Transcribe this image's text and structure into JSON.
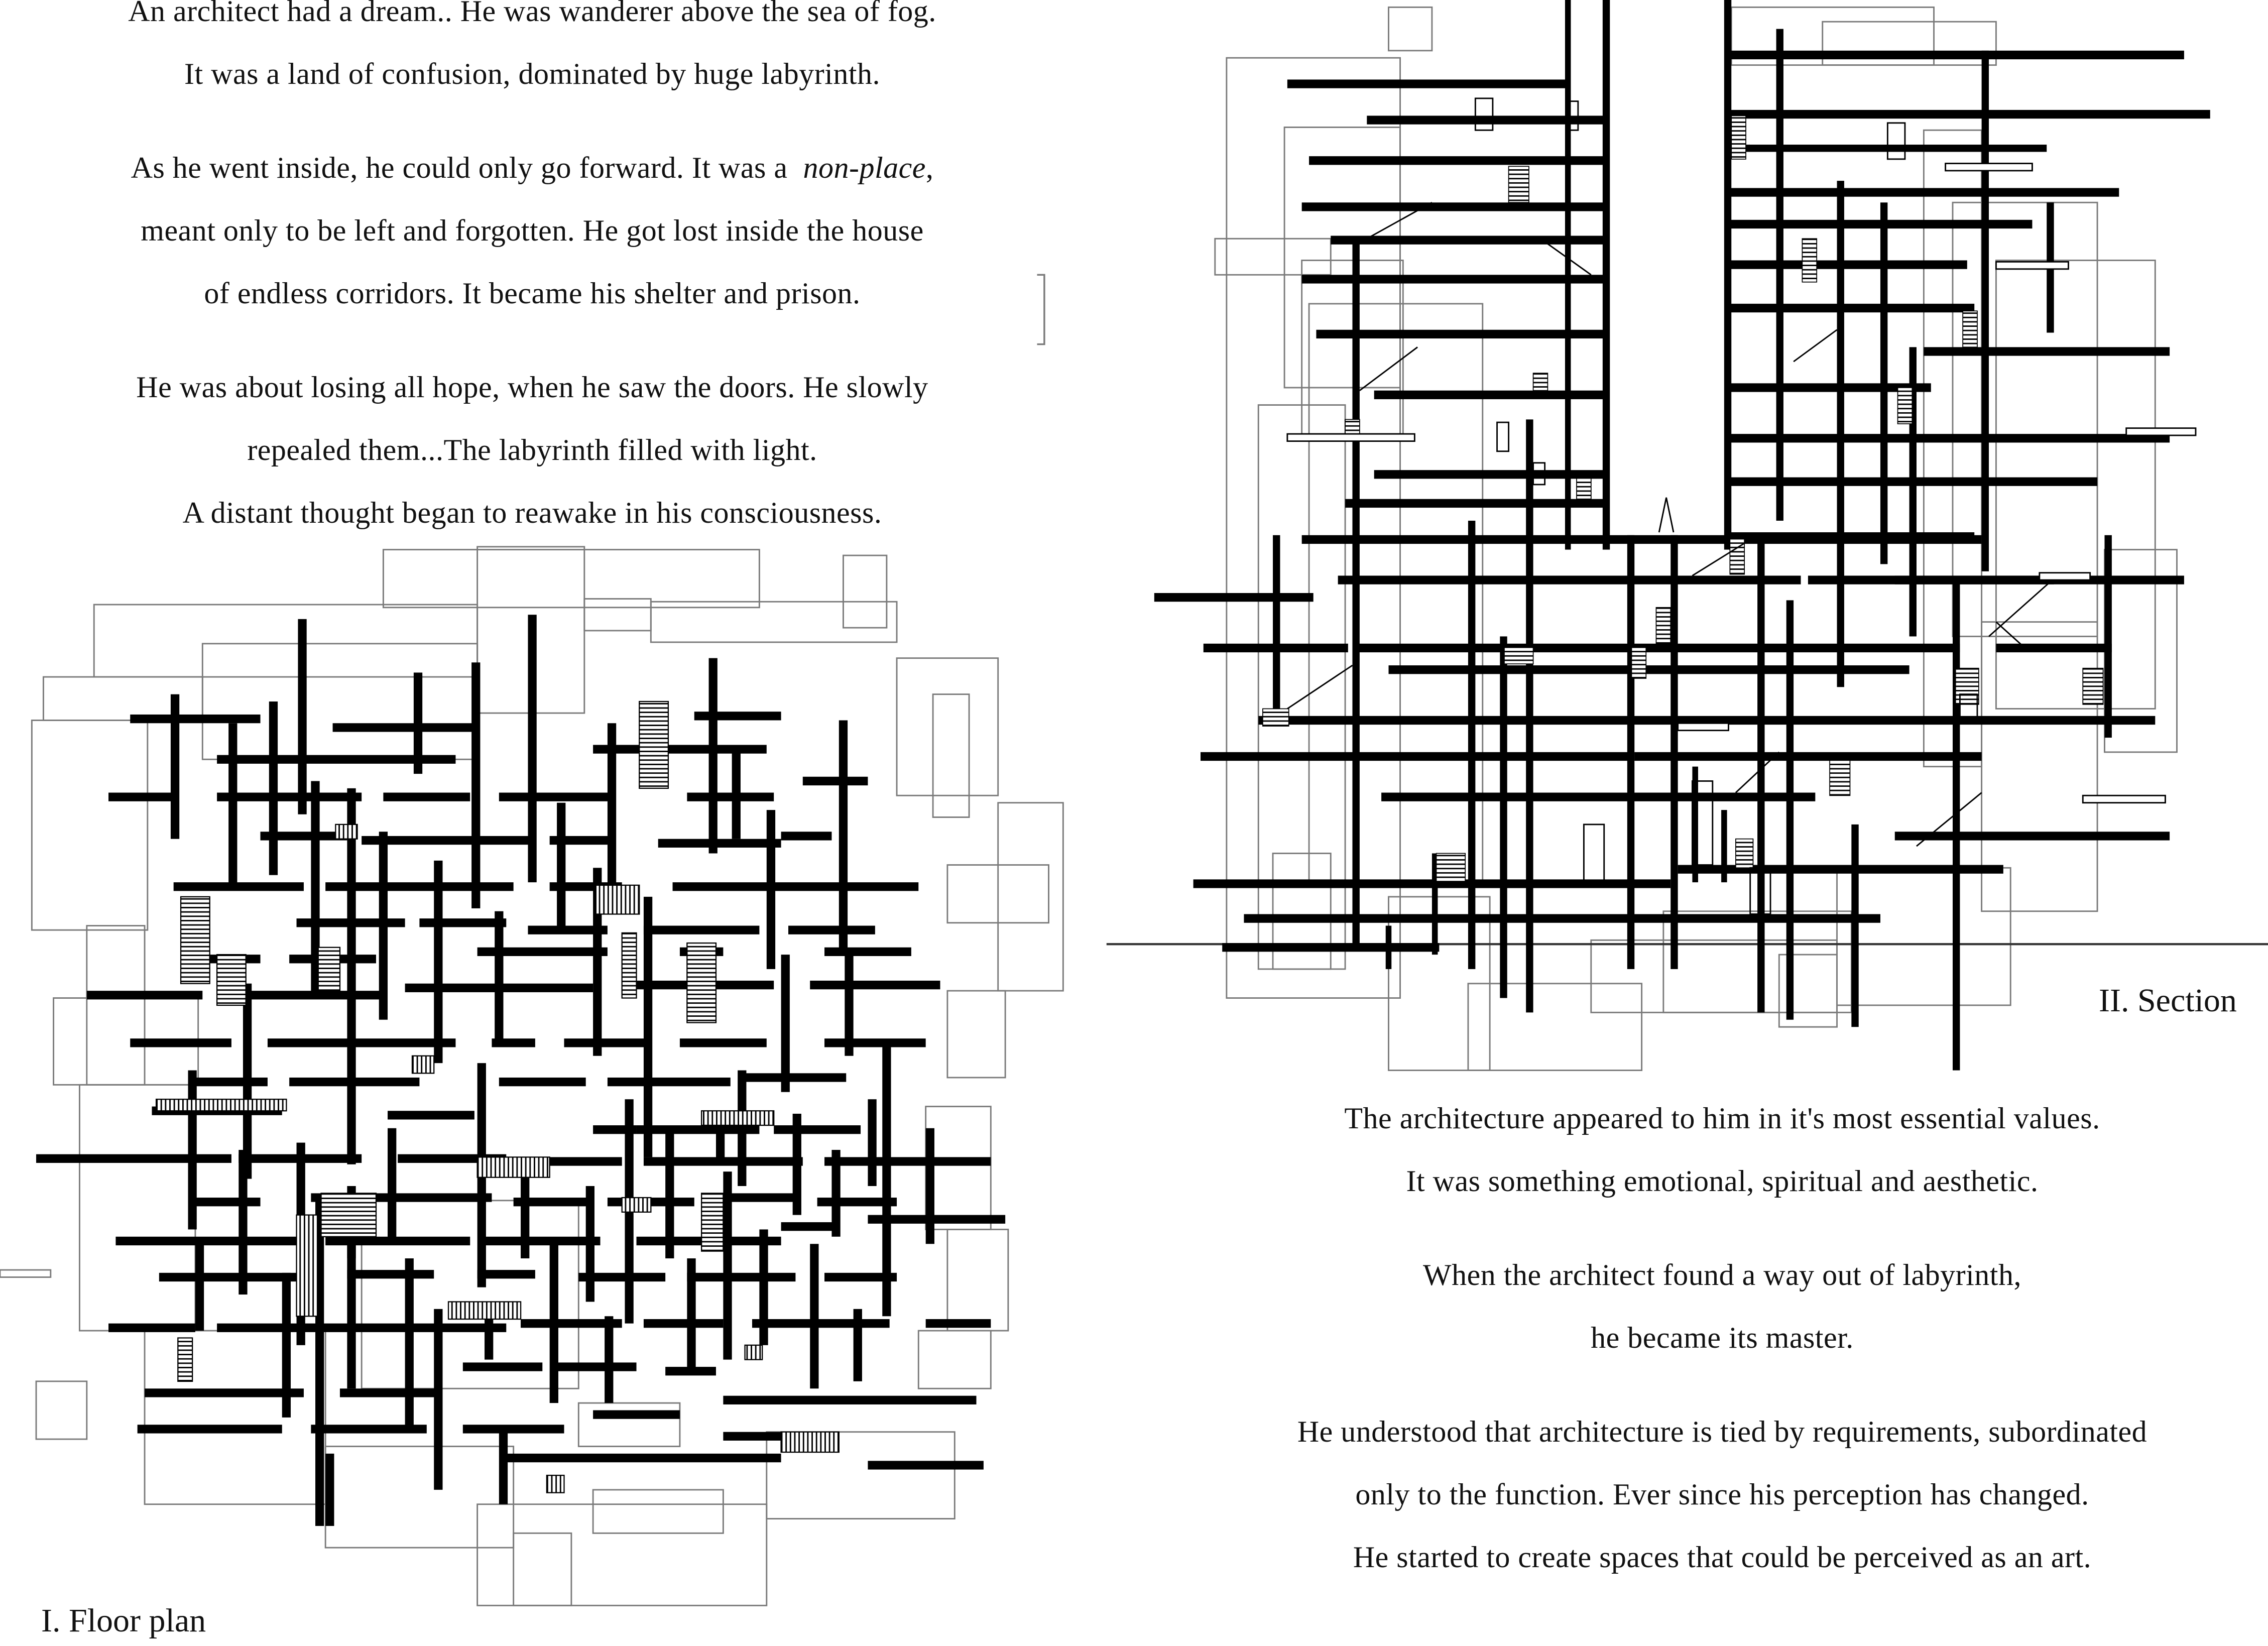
{
  "story_intro": {
    "paragraphs": [
      {
        "lines": [
          "An architect had a dream.. He was wanderer above the sea of fog.",
          "It was a land of confusion, dominated by huge labyrinth."
        ]
      },
      {
        "lines": [
          "As he went inside, he could only go forward. It was a",
          "non-place",
          ",",
          "meant only to be left and forgotten. He got lost inside the house",
          "of endless corridors. It became his shelter and prison."
        ]
      },
      {
        "lines": [
          "He was about losing all hope, when he saw the doors. He slowly",
          "repealed them...The labyrinth filled with light.",
          "A distant thought began to reawake in his consciousness."
        ]
      }
    ]
  },
  "story_outro": {
    "paragraphs": [
      {
        "lines": [
          "The architecture appeared to him in it's most essential values.",
          "It was something emotional, spiritual and aesthetic."
        ]
      },
      {
        "lines": [
          "When the architect found a way out of labyrinth,",
          "he became its master."
        ]
      },
      {
        "lines": [
          "He understood that architecture is tied by requirements, subordinated",
          "only to the function. Ever since his perception has changed.",
          "He started to create spaces that could be perceived as an art."
        ]
      }
    ]
  },
  "drawings": {
    "floor_plan": {
      "caption": "I. Floor plan"
    },
    "section": {
      "caption": "II. Section"
    }
  },
  "colors": {
    "wall": "#000000",
    "outline": "#7a7a7a",
    "background": "#ffffff"
  }
}
